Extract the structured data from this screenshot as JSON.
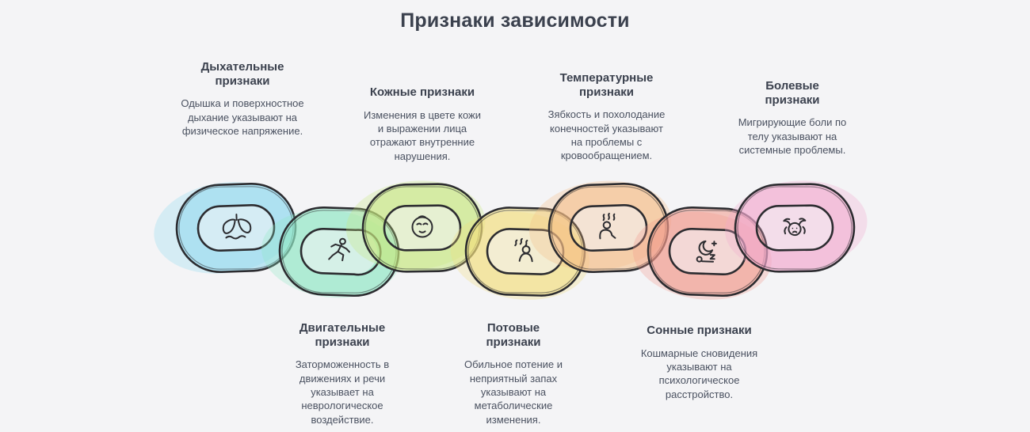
{
  "title": "Признаки зависимости",
  "background_color": "#f4f4f6",
  "outline_color": "#2c2c30",
  "top_items": [
    {
      "heading": "Дыхательные признаки",
      "body": "Одышка и поверхностное дыхание указывают на физическое напряжение."
    },
    {
      "heading": "Кожные признаки",
      "body": "Изменения в цвете кожи и выражении лица отражают внутренние нарушения."
    },
    {
      "heading": "Температурные признаки",
      "body": "Зябкость и похолодание конечностей указывают на проблемы с кровообращением."
    },
    {
      "heading": "Болевые признаки",
      "body": "Мигрирующие боли по телу указывают на системные проблемы."
    }
  ],
  "bottom_items": [
    {
      "heading": "Двигательные признаки",
      "body": "Заторможенность в движениях и речи указывает на неврологическое воздействие."
    },
    {
      "heading": "Потовые признаки",
      "body": "Обильное потение и неприятный запах указывают на метаболические изменения."
    },
    {
      "heading": "Сонные признаки",
      "body": "Кошмарные сновидения указывают на психологическое расстройство."
    }
  ],
  "links": [
    {
      "icon": "lungs-breathing-icon",
      "color": "#8ed9ee"
    },
    {
      "icon": "running-person-icon",
      "color": "#8fe8c4"
    },
    {
      "icon": "face-profile-icon",
      "color": "#c6e87e"
    },
    {
      "icon": "sweating-person-icon",
      "color": "#f2df7d"
    },
    {
      "icon": "overheating-person-icon",
      "color": "#f6bd85"
    },
    {
      "icon": "sleeping-moon-icon",
      "color": "#f1998a"
    },
    {
      "icon": "person-headache-icon",
      "color": "#f3a9cd"
    }
  ]
}
